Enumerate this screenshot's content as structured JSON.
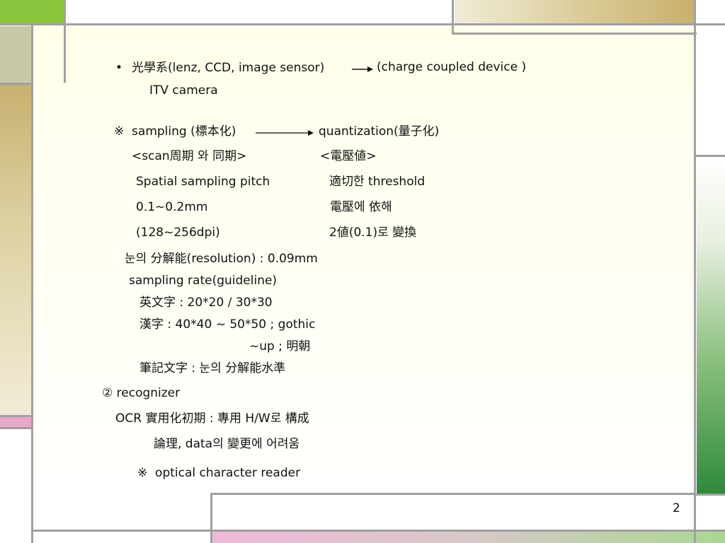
{
  "slide": {
    "bullet": "•",
    "line1": "光學系(lenz, CCD, image sensor)",
    "line1_right": "(charge coupled device )",
    "line2": "ITV camera",
    "sampling_left": "※  sampling (標本化)",
    "sampling_right": "quantization(量子化)",
    "row1_left": "<scan周期 와 同期>",
    "row1_right": "<電壓値>",
    "row2_left": "Spatial sampling pitch",
    "row2_right": "適切한 threshold",
    "row3_left": "0.1~0.2mm",
    "row3_right": "電壓에 依해",
    "row4_left": "(128~256dpi)",
    "row4_right": "2値(0.1)로 變換",
    "resolution": "눈의 分解能(resolution) : 0.09mm",
    "sampling_rate": "sampling rate(guideline)",
    "english": "英文字 : 20*20 / 30*30",
    "hanja": "漢字 : 40*40 ~ 50*50 ; gothic",
    "hanja2": "~up ; 明朝",
    "handwriting": "筆記文字 : 눈의 分解能水準",
    "recognizer": "② recognizer",
    "ocr": "OCR 實用化初期 : 專用 H/W로 構成",
    "logic": "論理, data의 變更에 어려움",
    "optical": "※  optical character reader",
    "page_number": "2"
  },
  "colors": {
    "panel_bg": "#ffffea",
    "grid_line": "#a0a0a0",
    "accent_green": "#8cc63f",
    "accent_pink": "#e8a8c8"
  }
}
